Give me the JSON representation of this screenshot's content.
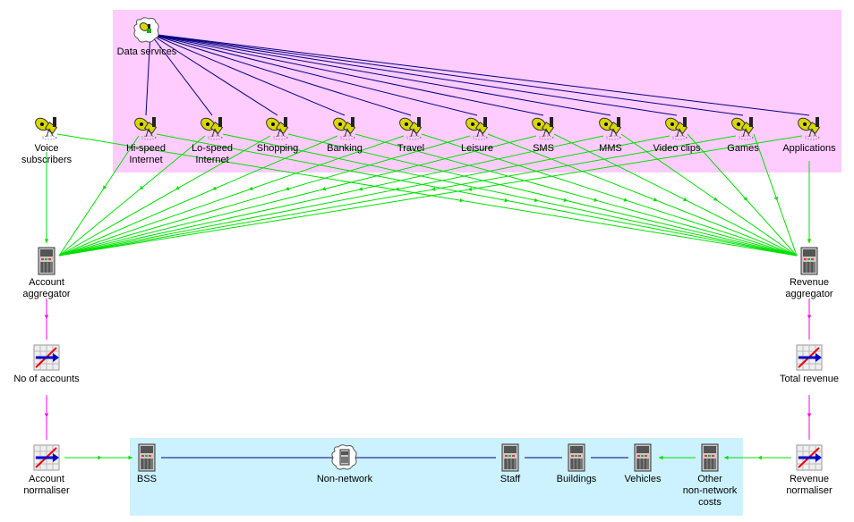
{
  "colors": {
    "data_group": "#ffccff",
    "nonnetwork_group": "#ccf2ff",
    "link_blue": "#000080",
    "link_green": "#00e000",
    "link_magenta": "#ff00ff"
  },
  "nodes": {
    "data_services": {
      "label": "Data services",
      "icon": "cloud-icon"
    },
    "voice": {
      "label": "Voice\nsubscribers",
      "icon": "satellite-dish-icon"
    },
    "hispeed": {
      "label": "Hi-speed\nInternet",
      "icon": "satellite-dish-icon"
    },
    "lospeed": {
      "label": "Lo-speed\nInternet",
      "icon": "satellite-dish-icon"
    },
    "shopping": {
      "label": "Shopping",
      "icon": "satellite-dish-icon"
    },
    "banking": {
      "label": "Banking",
      "icon": "satellite-dish-icon"
    },
    "travel": {
      "label": "Travel",
      "icon": "satellite-dish-icon"
    },
    "leisure": {
      "label": "Leisure",
      "icon": "satellite-dish-icon"
    },
    "sms": {
      "label": "SMS",
      "icon": "satellite-dish-icon"
    },
    "mms": {
      "label": "MMS",
      "icon": "satellite-dish-icon"
    },
    "video": {
      "label": "Video clips",
      "icon": "satellite-dish-icon"
    },
    "games": {
      "label": "Games",
      "icon": "satellite-dish-icon"
    },
    "applications": {
      "label": "Applications",
      "icon": "satellite-dish-icon"
    },
    "account_agg": {
      "label": "Account\naggregator",
      "icon": "server-icon"
    },
    "revenue_agg": {
      "label": "Revenue\naggregator",
      "icon": "server-icon"
    },
    "no_accounts": {
      "label": "No of accounts",
      "icon": "graph-icon"
    },
    "total_revenue": {
      "label": "Total revenue",
      "icon": "graph-icon"
    },
    "account_norm": {
      "label": "Account\nnormaliser",
      "icon": "graph-icon"
    },
    "revenue_norm": {
      "label": "Revenue\nnormaliser",
      "icon": "graph-icon"
    },
    "bss": {
      "label": "BSS",
      "icon": "server-icon"
    },
    "nonnetwork": {
      "label": "Non-network",
      "icon": "cloud-server-icon"
    },
    "staff": {
      "label": "Staff",
      "icon": "server-icon"
    },
    "buildings": {
      "label": "Buildings",
      "icon": "server-icon"
    },
    "vehicles": {
      "label": "Vehicles",
      "icon": "server-icon"
    },
    "other_costs": {
      "label": "Other\nnon-network\ncosts",
      "icon": "server-icon"
    }
  }
}
